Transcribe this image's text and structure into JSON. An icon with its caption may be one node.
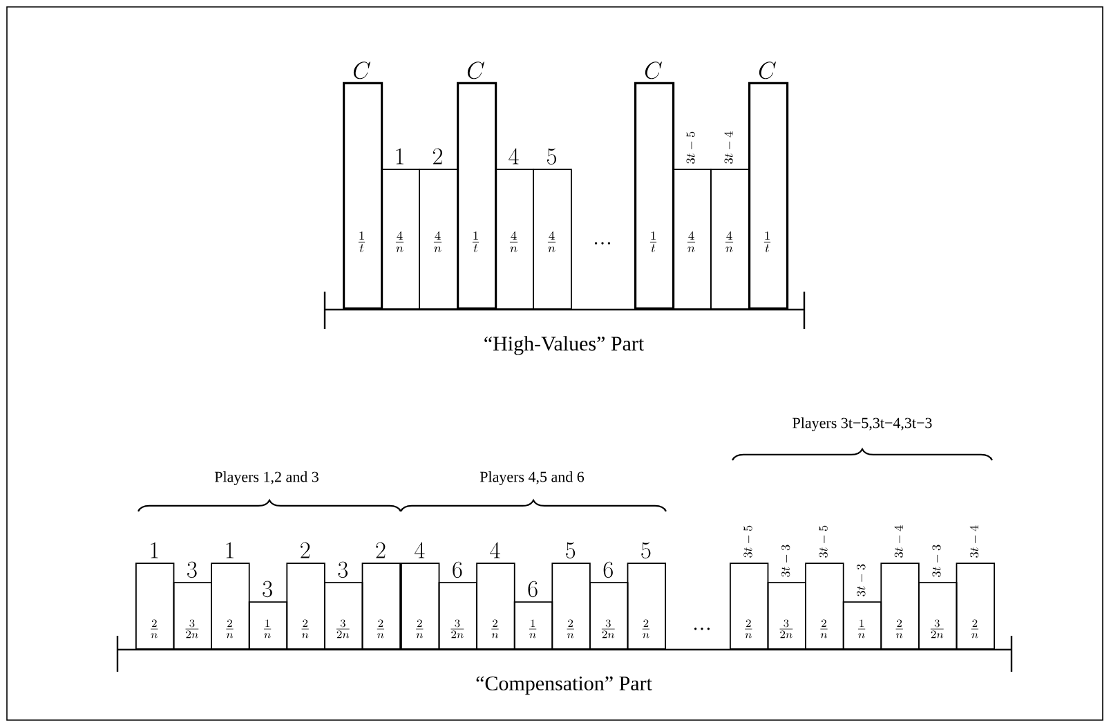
{
  "diagram": {
    "nodes": [
      {
        "text": [
          "\\frac{1}{t}"
        ],
        "beside": [
          "C"
        ]
      },
      {
        "text": [
          "\\frac{4}{n}"
        ],
        "beside": [
          "1"
        ]
      },
      {
        "text": [
          "\\frac{4}{n}"
        ],
        "beside": [
          "2"
        ]
      },
      {
        "text": [
          "\\frac{1}{t}"
        ],
        "beside": [
          "C"
        ]
      },
      {
        "text": [
          "\\frac{4}{n}"
        ],
        "beside": [
          "4"
        ]
      },
      {
        "text": [
          "\\frac{4}{n}"
        ],
        "beside": [
          "5"
        ]
      },
      {
        "text": [
          "\\frac{1}{t}"
        ],
        "beside": [
          "C"
        ]
      },
      {
        "text": [
          "\\frac{4}{n}"
        ],
        "beside": [
          "3t-5"
        ]
      },
      {
        "text": [
          "\\frac{4}{n}"
        ],
        "beside": [
          "3t-4"
        ]
      },
      {
        "text": [
          "\\frac{1}{t}"
        ],
        "beside": [
          "C"
        ]
      },
      {
        "text": [
          "\\frac{2}{n}"
        ],
        "beside": [
          "1"
        ]
      },
      {
        "text": [
          "\\frac{3}{2n}"
        ],
        "beside": [
          "3"
        ]
      },
      {
        "text": [
          "\\frac{2}{n}"
        ],
        "beside": [
          "1"
        ]
      },
      {
        "text": [
          "\\frac{1}{n}"
        ],
        "beside": [
          "3"
        ]
      },
      {
        "text": [
          "\\frac{2}{n}"
        ],
        "beside": [
          "2"
        ]
      },
      {
        "text": [
          "\\frac{3}{2n}"
        ],
        "beside": [
          "3"
        ]
      },
      {
        "text": [
          "\\frac{2}{n}"
        ],
        "beside": [
          "2"
        ]
      },
      {
        "text": [
          "\\frac{2}{n}"
        ],
        "beside": [
          "4"
        ]
      },
      {
        "text": [
          "\\frac{3}{2n}"
        ],
        "beside": [
          "6"
        ]
      },
      {
        "text": [
          "\\frac{2}{n}"
        ],
        "beside": [
          "4"
        ]
      },
      {
        "text": [
          "\\frac{1}{n}"
        ],
        "beside": [
          "6"
        ]
      },
      {
        "text": [
          "\\frac{2}{n}"
        ],
        "beside": [
          "5"
        ]
      },
      {
        "text": [
          "\\frac{3}{2n}"
        ],
        "beside": [
          "6"
        ]
      },
      {
        "text": [
          "\\frac{2}{n}"
        ],
        "beside": [
          "5"
        ]
      },
      {
        "text": [
          "\\frac{2}{n}"
        ],
        "beside": [
          "3t-5"
        ]
      },
      {
        "text": [
          "\\frac{3}{2n}"
        ],
        "beside": [
          "3t-3"
        ]
      },
      {
        "text": [
          "\\frac{2}{n}"
        ],
        "beside": [
          "3t-5"
        ]
      },
      {
        "text": [
          "\\frac{1}{n}"
        ],
        "beside": [
          "3t-3"
        ]
      },
      {
        "text": [
          "\\frac{2}{n}"
        ],
        "beside": [
          "3t-4"
        ]
      },
      {
        "text": [
          "\\frac{3}{2n}"
        ],
        "beside": [
          "3t-3"
        ]
      },
      {
        "text": [
          "\\frac{2}{n}"
        ],
        "beside": [
          "3t-4"
        ]
      }
    ],
    "labels": [
      "…",
      "“High-Values” Part",
      "Players 1,2 and 3",
      "Players 4,5 and 6",
      "Players 3t−5,3t−4,3t−3",
      "…",
      "“Compensation” Part"
    ]
  }
}
